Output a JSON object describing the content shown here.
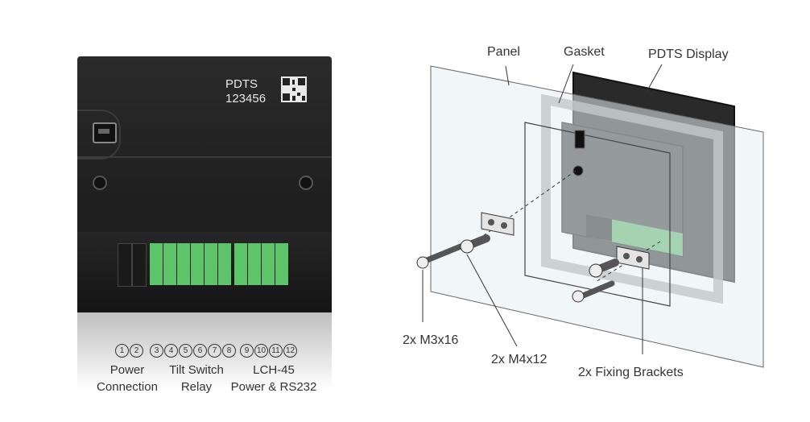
{
  "photo": {
    "brand_label": "PDTS",
    "serial_label": "123456",
    "terminal_numbers": [
      "1",
      "2",
      "3",
      "4",
      "5",
      "6",
      "7",
      "8",
      "9",
      "10",
      "11",
      "12"
    ],
    "groups": [
      {
        "line1": "Power",
        "line2": "Connection"
      },
      {
        "line1": "Tilt Switch",
        "line2": "Relay"
      },
      {
        "line1": "LCH-45",
        "line2": "Power & RS232"
      }
    ]
  },
  "diagram": {
    "labels": {
      "panel": "Panel",
      "gasket": "Gasket",
      "display": "PDTS Display",
      "screw_small": "2x M3x16",
      "screw_large": "2x M4x12",
      "brackets": "2x Fixing Brackets"
    }
  },
  "colors": {
    "housing": "#222222",
    "terminal_green": "#5ec46a",
    "terminal_black": "#1a1a1a",
    "panel_glass": "#e6f0f4",
    "gasket_gray": "#9a9a9a"
  }
}
